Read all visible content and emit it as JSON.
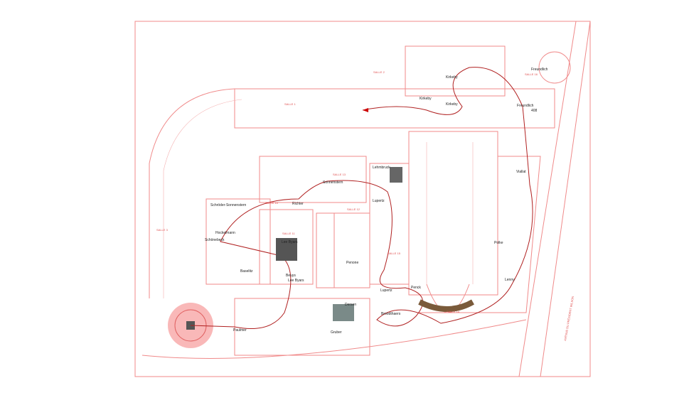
{
  "plan": {
    "street": "AVENUE DU PRÉSIDENT WILSON",
    "artists": [
      "Schröder-Sonnenstern",
      "Hockelmann",
      "Schönebeck",
      "Baselitz",
      "Lee Byars",
      "Beuys",
      "Lee Byars",
      "Richter",
      "Penone",
      "Lehmbruck",
      "Sonnenstern",
      "Lupertz",
      "Lupertz",
      "Kirkeby",
      "Kirkeby",
      "Kirkeby",
      "Freundlich",
      "Freundlich",
      "408",
      "Viallat",
      "Polke",
      "Lenny",
      "Penck",
      "Broodthaers",
      "Dersen",
      "Gruber",
      "Paulmer"
    ],
    "rooms": [
      "SALLE 1",
      "SALLE 2",
      "SALLE 3",
      "SALLE 10",
      "SALLE 11",
      "SALLE 12",
      "SALLE 13",
      "SALLE 14",
      "SALLE 15",
      "SALLE 16"
    ],
    "colors": {
      "walls": "#f08a8a",
      "path": "#b02020",
      "works": "#555555",
      "bench": "#7a5a3a"
    }
  }
}
